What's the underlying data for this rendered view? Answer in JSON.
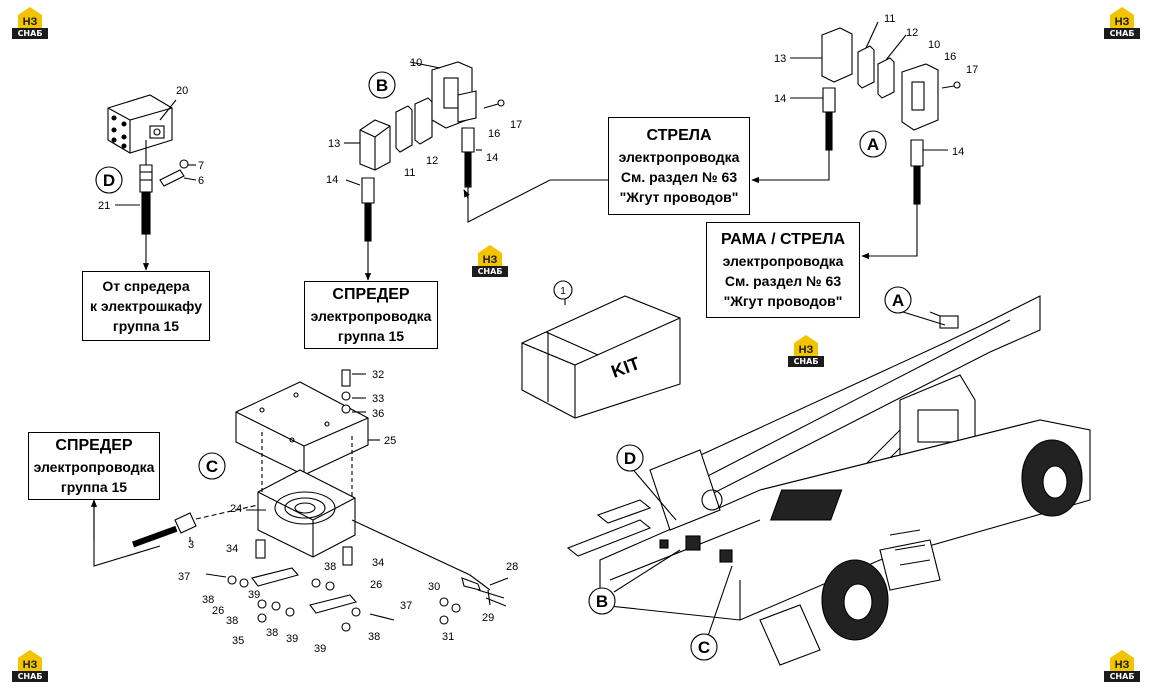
{
  "logo": {
    "mark": "НЗ",
    "text": "СНАБ",
    "colors": {
      "yellow": "#f2c400",
      "dark": "#1b1b1b"
    }
  },
  "callouts": {
    "A_top": "A",
    "B_top": "B",
    "C_mid": "C",
    "D_top": "D",
    "A_machine": "A",
    "B_machine": "B",
    "C_machine": "C",
    "D_machine": "D",
    "kit_number": "1",
    "kit_text": "KIT"
  },
  "boxes": {
    "strela": {
      "line1": "СТРЕЛА",
      "line2": "электропроводка",
      "line3": "См. раздел № 63",
      "line4": "\"Жгут проводов\""
    },
    "rama": {
      "line1": "РАМА / СТРЕЛА",
      "line2": "электропроводка",
      "line3": "См. раздел № 63",
      "line4": "\"Жгут проводов\""
    },
    "spreader_to_cabinet": {
      "line1": "От спредера",
      "line2": "к электрошкафу",
      "line3": "группа 15"
    },
    "spreader_mid": {
      "line1": "СПРЕДЕР",
      "line2": "электропроводка",
      "line3": "группа 15"
    },
    "spreader_left": {
      "line1": "СПРЕДЕР",
      "line2": "электропроводка",
      "line3": "группа 15"
    }
  },
  "parts": {
    "p20": "20",
    "p7": "7",
    "p6": "6",
    "p21": "21",
    "p10b": "10",
    "p13b": "13",
    "p11b": "11",
    "p12b": "12",
    "p14b": "14",
    "p14b2": "14",
    "p16b": "16",
    "p17b": "17",
    "p11a": "11",
    "p12a": "12",
    "p10a": "10",
    "p13a": "13",
    "p16a": "16",
    "p17a": "17",
    "p14a": "14",
    "p14a2": "14",
    "p32": "32",
    "p33": "33",
    "p36": "36",
    "p25": "25",
    "p24": "24",
    "p3": "3",
    "p34a": "34",
    "p34b": "34",
    "p37a": "37",
    "p38a": "38",
    "p26a": "26",
    "p38b": "38",
    "p35": "35",
    "p39a": "39",
    "p38c": "38",
    "p39b": "39",
    "p38d": "38",
    "p26b": "26",
    "p37b": "37",
    "p39c": "39",
    "p38e": "38",
    "p30": "30",
    "p29": "29",
    "p28": "28",
    "p31": "31"
  }
}
